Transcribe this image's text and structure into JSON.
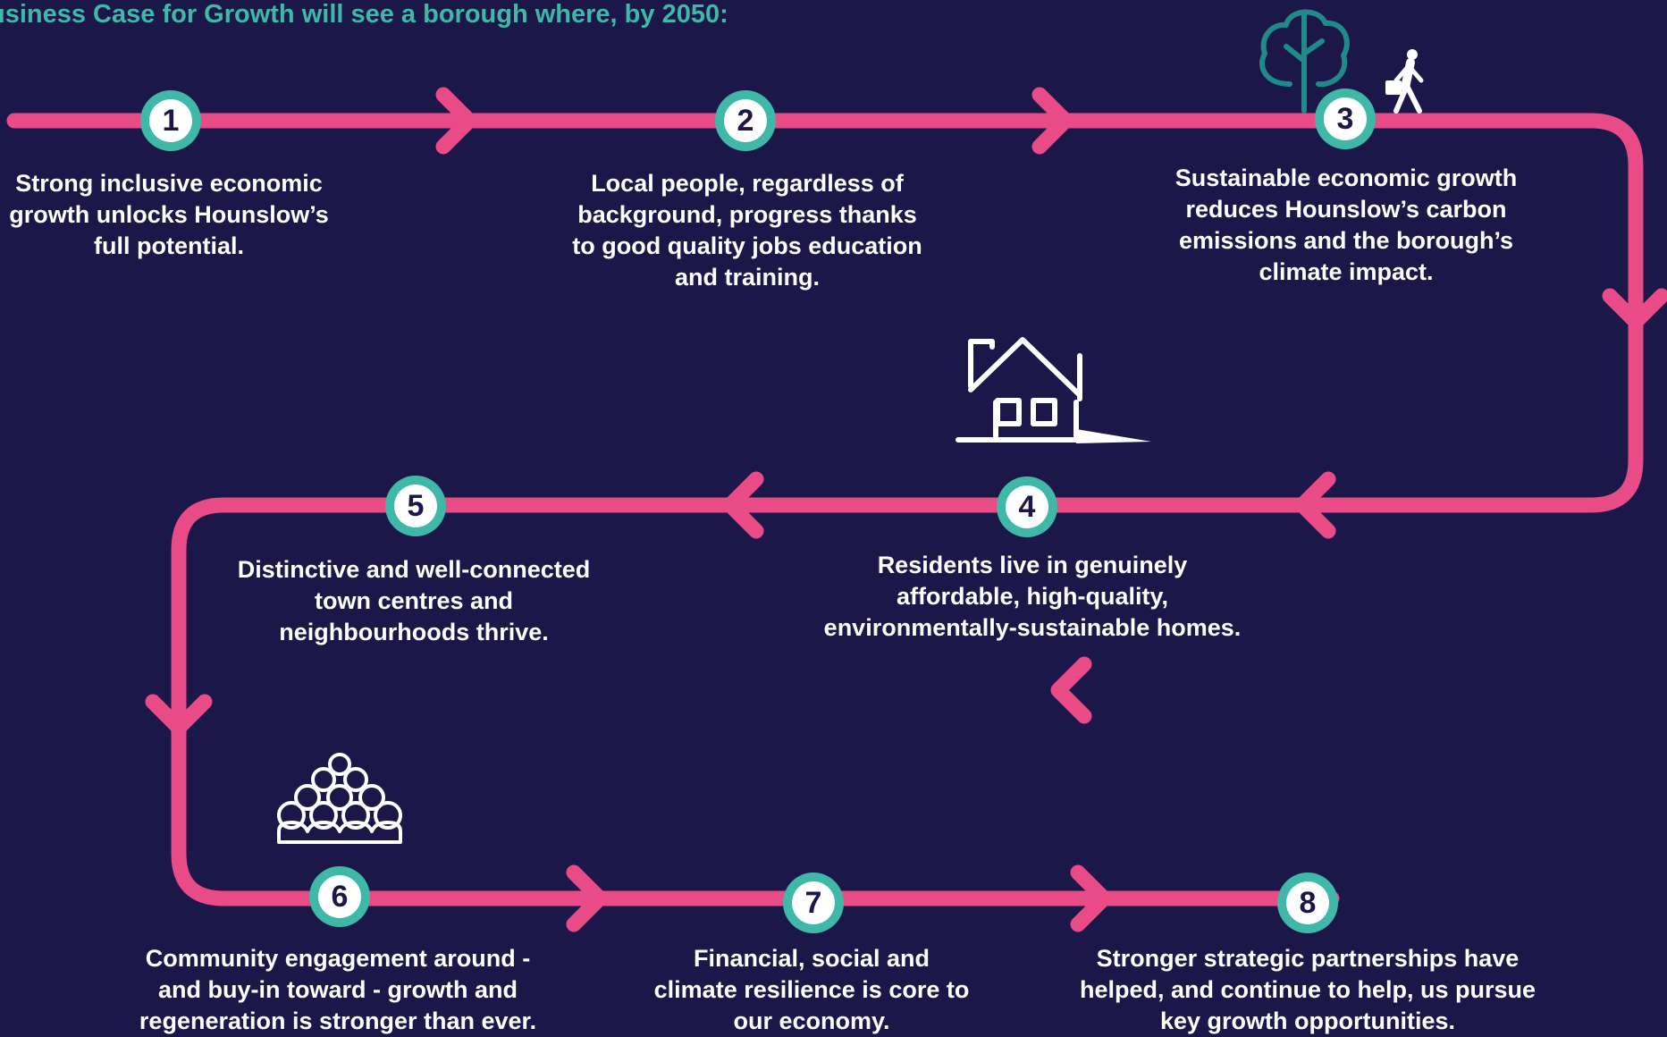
{
  "heading": "usiness Case for Growth will see a borough where, by 2050:",
  "colors": {
    "background": "#1b1748",
    "path": "#e94b86",
    "marker": "#3fb8a8",
    "heading": "#3fb8a8",
    "text": "#ffffff"
  },
  "steps": [
    {
      "number": "1",
      "text": "Strong inclusive economic growth unlocks Hounslow’s full potential."
    },
    {
      "number": "2",
      "text": "Local people, regardless of background, progress thanks to good quality jobs education and training."
    },
    {
      "number": "3",
      "text": "Sustainable economic growth reduces Hounslow’s carbon emissions and the borough’s climate impact."
    },
    {
      "number": "4",
      "text": "Residents live in genuinely affordable, high-quality, environmentally-sustainable homes."
    },
    {
      "number": "5",
      "text": "Distinctive and well-connected town centres and neighbourhoods thrive."
    },
    {
      "number": "6",
      "text": "Community engagement around - and buy-in toward - growth and regeneration is stronger than ever."
    },
    {
      "number": "7",
      "text": "Financial, social and climate resilience is core to our economy."
    },
    {
      "number": "8",
      "text": "Stronger strategic partnerships have helped, and continue to help, us pursue key growth opportunities."
    }
  ],
  "icons": [
    "tree-icon",
    "walking-person-icon",
    "house-icon",
    "crowd-icon"
  ]
}
